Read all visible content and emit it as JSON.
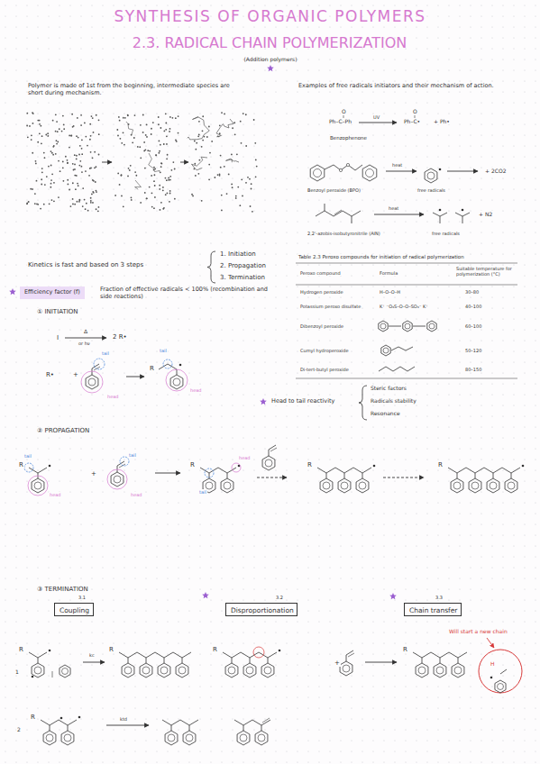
{
  "diagram": {
    "title": "SYNTHESIS OF ORGANIC POLYMERS",
    "nodes": [
      {
        "text": [
          "Efficiency factor (f)"
        ]
      },
      {
        "text": [
          "Coupling"
        ]
      },
      {
        "text": [
          "Disproportionation"
        ]
      },
      {
        "text": [
          "Chain transfer"
        ]
      }
    ],
    "labels": [
      "2.3. RADICAL CHAIN POLYMERIZATION",
      "(Addition polymers)",
      "Polymer is made of 1st from the beginning, intermediate species are short during mechanism.",
      "Examples of free radicals initiators and their mechanism of action.",
      "O",
      "Ph–C–Ph",
      "UV",
      "O",
      "Ph–C•",
      "+ Ph•",
      "Benzophenone",
      "heat",
      "+ 2CO2",
      "Benzoyl peroxide (BPO)",
      "free radicals",
      "heat",
      "+ N2",
      "2,2'-azobis-isobutyronitrile (AIN)",
      "free radicals",
      "Kinetics is fast and based on 3 steps",
      "1. Initiation",
      "2. Propagation",
      "3. Termination",
      "Fraction of effective radicals < 100% (recombination and side reactions)",
      "Table 2.3  Peroxo compounds for initiation of radical polymerization",
      "Peroxo compound",
      "Formula",
      "Suitable temperature for polymerization (°C)",
      "Hydrogen peroxide",
      "30–80",
      "Potassium peroxo disulfate",
      "40–100",
      "Dibenzoyl peroxide",
      "60–100",
      "Cumyl hydroperoxide",
      "50–120",
      "Di-tert-butyl peroxide",
      "80–150",
      "H–O–O–H",
      "K⁺ ⁻O₃S–O–O–SO₃⁻ K⁺",
      "① INITIATION",
      "I",
      "Δ",
      "or hν",
      "2 R•",
      "R•",
      "+",
      "tail",
      "head",
      "R",
      "tail",
      "head",
      "Head to tail reactivity",
      "Steric factors",
      "Radicals stability",
      "Resonance",
      "② PROPAGATION",
      "R",
      "tail",
      "head",
      "+",
      "tail",
      "head",
      "R",
      "head",
      "tail",
      "R",
      "R",
      "③ TERMINATION",
      "3.1",
      "3.2",
      "3.3",
      "Will start a new chain",
      "1",
      "kc",
      "R",
      "R",
      "R",
      "R",
      "+",
      "H",
      "2",
      "ktd",
      "R"
    ]
  }
}
